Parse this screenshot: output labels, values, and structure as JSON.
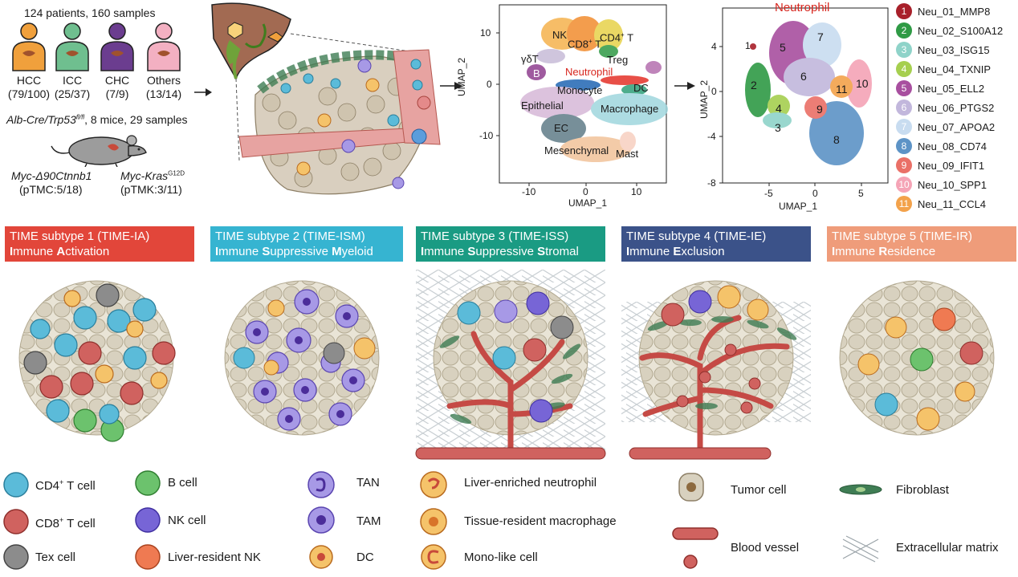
{
  "cohort": {
    "header": "124 patients, 160 samples",
    "groups": [
      {
        "name": "HCC",
        "count": "(79/100)",
        "color": "#f0a03c"
      },
      {
        "name": "ICC",
        "count": "(25/37)",
        "color": "#6fbf8f"
      },
      {
        "name": "CHC",
        "count": "(7/9)",
        "color": "#6b3d8f"
      },
      {
        "name": "Others",
        "count": "(13/14)",
        "color": "#f3b0c2"
      }
    ],
    "mouse_line": "Alb-Cre/Trp53",
    "mouse_line_sup": "fl/fl",
    "mouse_detail": ", 8 mice, 29 samples",
    "model1_name": "Myc-Δ90Ctnnb1",
    "model1_samples": "(pTMC:5/18)",
    "model2_name": "Myc-Kras",
    "model2_sup": "G12D",
    "model2_samples": "(pTMK:3/11)"
  },
  "umap_main": {
    "xlabel": "UMAP_1",
    "ylabel": "UMAP_2",
    "xticks": [
      "-10",
      "0",
      "10"
    ],
    "yticks": [
      "10",
      "0",
      "-10"
    ],
    "clusters": {
      "nk": "NK",
      "cd8": "CD8",
      "cd4": "CD4",
      "treg": "Treg",
      "gdt": "γδT",
      "b": "B",
      "neutrophil": "Neutrophil",
      "monocyte": "Monocyte",
      "dc": "DC",
      "epithelial": "Epithelial",
      "macrophage": "Macrophage",
      "ec": "EC",
      "mesenchymal": "Mesenchymal",
      "mast": "Mast",
      "plus": "+",
      "tail": " T"
    }
  },
  "umap_neu": {
    "title": "Neutrophil",
    "xlabel": "UMAP_1",
    "ylabel": "UMAP_2",
    "xticks": [
      "-5",
      "0",
      "5"
    ],
    "yticks": [
      "4",
      "0",
      "-4",
      "-8"
    ],
    "cluster_numbers": [
      "1",
      "2",
      "3",
      "4",
      "5",
      "6",
      "7",
      "8",
      "9",
      "10",
      "11"
    ]
  },
  "neu_legend": [
    {
      "num": "1",
      "label": "Neu_01_MMP8",
      "color": "#a8202a"
    },
    {
      "num": "2",
      "label": "Neu_02_S100A12",
      "color": "#2f9a45"
    },
    {
      "num": "3",
      "label": "Neu_03_ISG15",
      "color": "#8fd3c9"
    },
    {
      "num": "4",
      "label": "Neu_04_TXNIP",
      "color": "#a6cf4f"
    },
    {
      "num": "5",
      "label": "Neu_05_ELL2",
      "color": "#a84f9f"
    },
    {
      "num": "6",
      "label": "Neu_06_PTGS2",
      "color": "#c2b7dc"
    },
    {
      "num": "7",
      "label": "Neu_07_APOA2",
      "color": "#c8dcf0"
    },
    {
      "num": "8",
      "label": "Neu_08_CD74",
      "color": "#5d93c6"
    },
    {
      "num": "9",
      "label": "Neu_09_IFIT1",
      "color": "#ea7067"
    },
    {
      "num": "10",
      "label": "Neu_10_SPP1",
      "color": "#f5a4b6"
    },
    {
      "num": "11",
      "label": "Neu_11_CCL4",
      "color": "#f3a24b"
    }
  ],
  "subtypes": [
    {
      "title": "TIME subtype 1 (TIME-IA)",
      "name_parts": [
        "I",
        "mmune ",
        "A",
        "ctivation"
      ],
      "color": "#e2463a"
    },
    {
      "title": "TIME subtype 2 (TIME-ISM)",
      "name_parts": [
        "I",
        "mmune ",
        "S",
        "uppressive ",
        "M",
        "yeloid"
      ],
      "color": "#36b4d1"
    },
    {
      "title": "TIME subtype 3 (TIME-ISS)",
      "name_parts": [
        "I",
        "mmune ",
        "S",
        "uppressive ",
        "S",
        "tromal"
      ],
      "color": "#1a9b83"
    },
    {
      "title": "TIME subtype 4 (TIME-IE)",
      "name_parts": [
        "I",
        "mmune ",
        "E",
        "xclusion"
      ],
      "color": "#3b5289"
    },
    {
      "title": "TIME subtype 5 (TIME-IR)",
      "name_parts": [
        "I",
        "mmune ",
        "R",
        "esidence"
      ],
      "color": "#ef9c7a"
    }
  ],
  "legend": {
    "cd4": {
      "label": "CD4",
      "sup": "+",
      "tail": " T cell",
      "color": "#5bbbd9"
    },
    "cd8": {
      "label": "CD8",
      "sup": "+",
      "tail": " T cell",
      "color": "#d0625f"
    },
    "tex": {
      "label": "Tex cell",
      "color": "#8c8c8c"
    },
    "b": {
      "label": "B cell",
      "color": "#6cc26d"
    },
    "nk": {
      "label": "NK cell",
      "color": "#7765d6"
    },
    "lrnk": {
      "label": "Liver-resident NK",
      "color": "#ef7a52"
    },
    "tan": {
      "label": "TAN"
    },
    "tam": {
      "label": "TAM"
    },
    "dc": {
      "label": "DC"
    },
    "len": {
      "label": "Liver-enriched neutrophil"
    },
    "trm": {
      "label": "Tissue-resident macrophage"
    },
    "mono": {
      "label": "Mono-like cell"
    },
    "tumor": {
      "label": "Tumor cell"
    },
    "vessel": {
      "label": "Blood vessel"
    },
    "fibro": {
      "label": "Fibroblast"
    },
    "ecm": {
      "label": "Extracellular matrix"
    }
  }
}
